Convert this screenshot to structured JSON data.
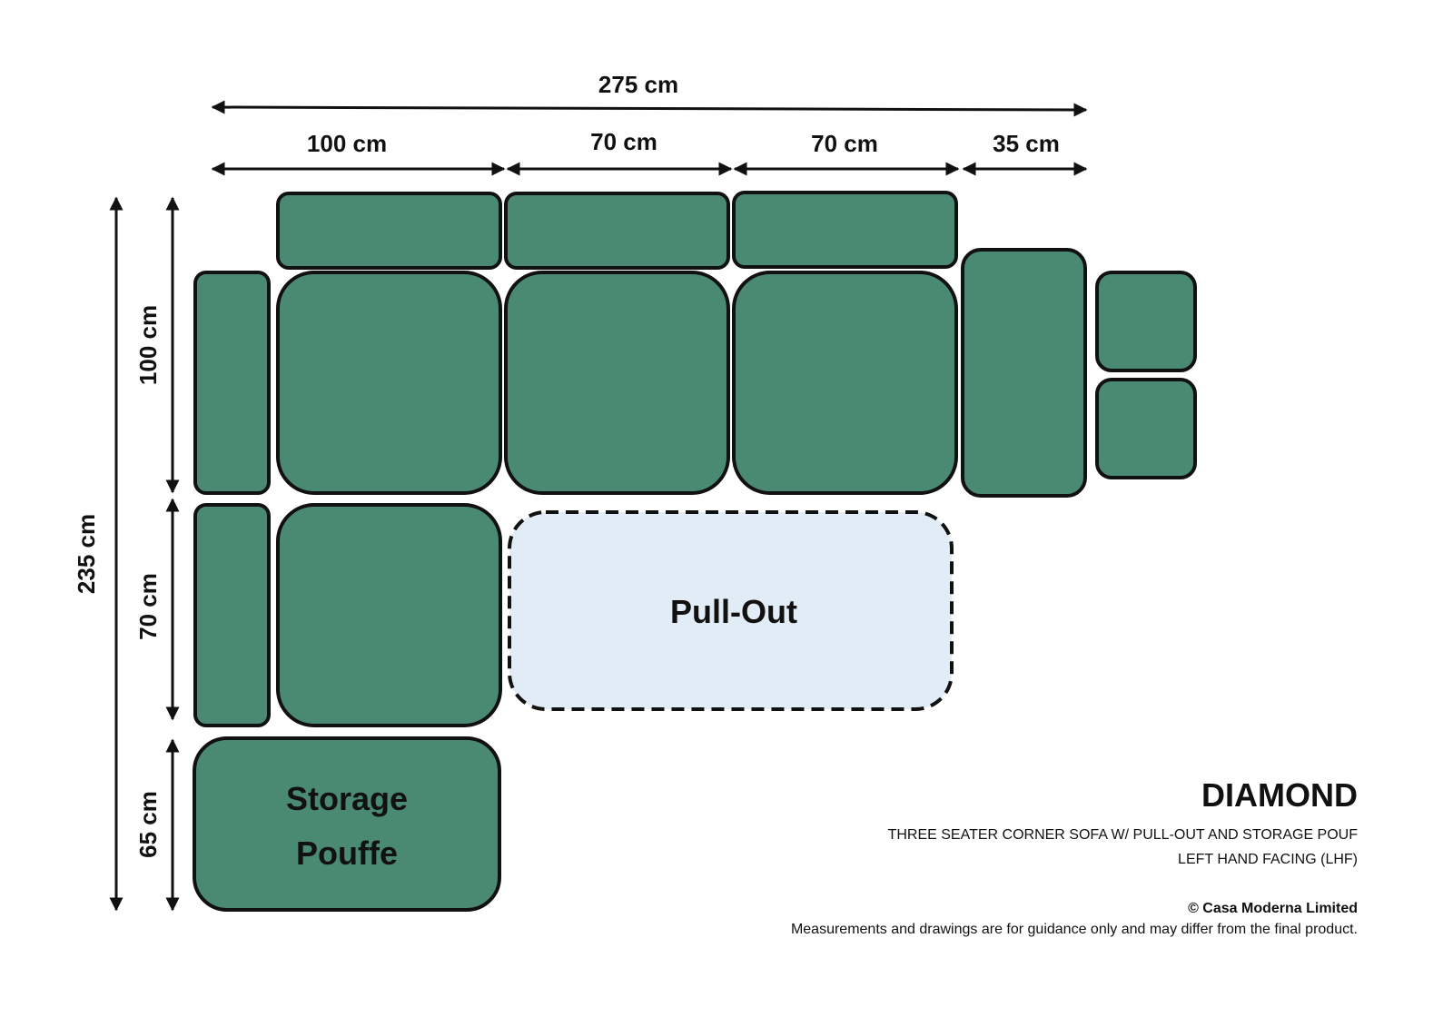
{
  "colors": {
    "cushion": "#4a8a72",
    "pullout": "#e1ecf7",
    "stroke": "#111111"
  },
  "dimensions": {
    "overall_width": "275 cm",
    "segment_1": "100 cm",
    "segment_2": "70 cm",
    "segment_3": "70 cm",
    "segment_4": "35 cm",
    "overall_depth": "235 cm",
    "depth_1": "100 cm",
    "depth_2": "70 cm",
    "depth_3": "65 cm"
  },
  "labels": {
    "pullout": "Pull-Out",
    "storage_line1": "Storage",
    "storage_line2": "Pouffe"
  },
  "info": {
    "title": "DIAMOND",
    "subtitle_1": "THREE SEATER CORNER SOFA W/ PULL-OUT AND STORAGE POUF",
    "subtitle_2": "LEFT HAND FACING (LHF)",
    "copyright": "© Casa Moderna Limited",
    "disclaimer": "Measurements and drawings are for guidance only and may differ from the final product."
  }
}
